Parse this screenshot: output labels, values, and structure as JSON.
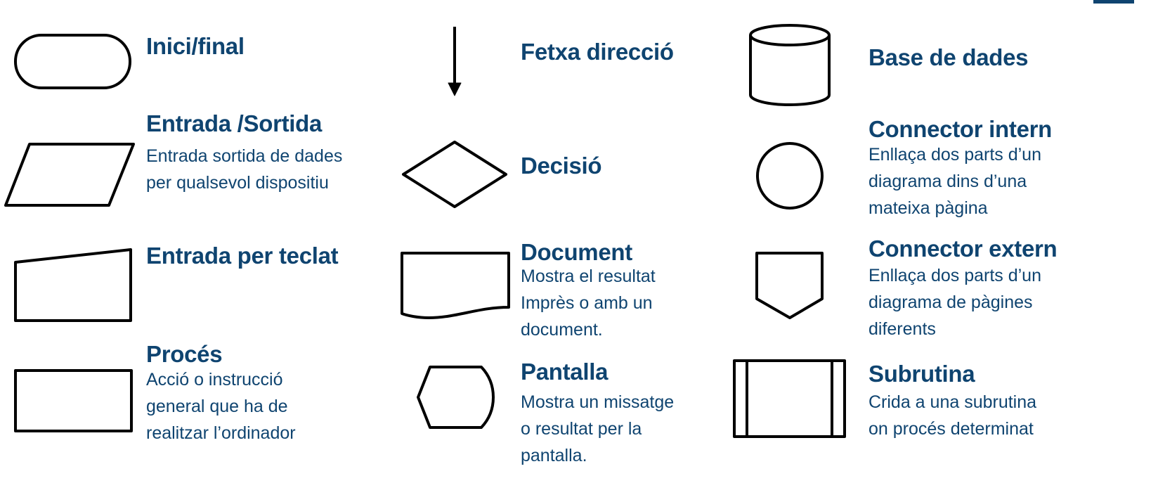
{
  "accent_color": "#0f4470",
  "items": {
    "terminal": {
      "title": "Inici/final",
      "icon": "terminal-shape"
    },
    "io": {
      "title": "Entrada /Sortida",
      "desc": [
        "Entrada sortida de dades",
        "per qualsevol dispositiu"
      ],
      "icon": "parallelogram-shape"
    },
    "manual_input": {
      "title": "Entrada per teclat",
      "icon": "manual-input-shape"
    },
    "process": {
      "title": "Procés",
      "desc": [
        "Acció o instrucció",
        "general que ha de",
        "realitzar l’ordinador"
      ],
      "icon": "rectangle-shape"
    },
    "arrow": {
      "title": "Fetxa direcció",
      "icon": "arrow-down-icon"
    },
    "decision": {
      "title": "Decisió",
      "icon": "diamond-shape"
    },
    "document": {
      "title": "Document",
      "desc": [
        "Mostra el resultat",
        "Imprès o amb un",
        "document."
      ],
      "icon": "document-shape"
    },
    "display": {
      "title": "Pantalla",
      "desc": [
        "Mostra un missatge",
        "o resultat per la",
        "pantalla."
      ],
      "icon": "display-shape"
    },
    "database": {
      "title": "Base de dades",
      "icon": "cylinder-shape"
    },
    "connector_in": {
      "title": "Connector intern",
      "desc": [
        "Enllaça dos parts d’un",
        "diagrama dins d’una",
        "mateixa pàgina"
      ],
      "icon": "circle-shape"
    },
    "connector_out": {
      "title": "Connector extern",
      "desc": [
        "Enllaça dos parts d’un",
        "diagrama de pàgines",
        "diferents"
      ],
      "icon": "offpage-connector-shape"
    },
    "subroutine": {
      "title": "Subrutina",
      "desc": [
        "Crida a una subrutina",
        "on procés determinat"
      ],
      "icon": "subroutine-shape"
    }
  }
}
